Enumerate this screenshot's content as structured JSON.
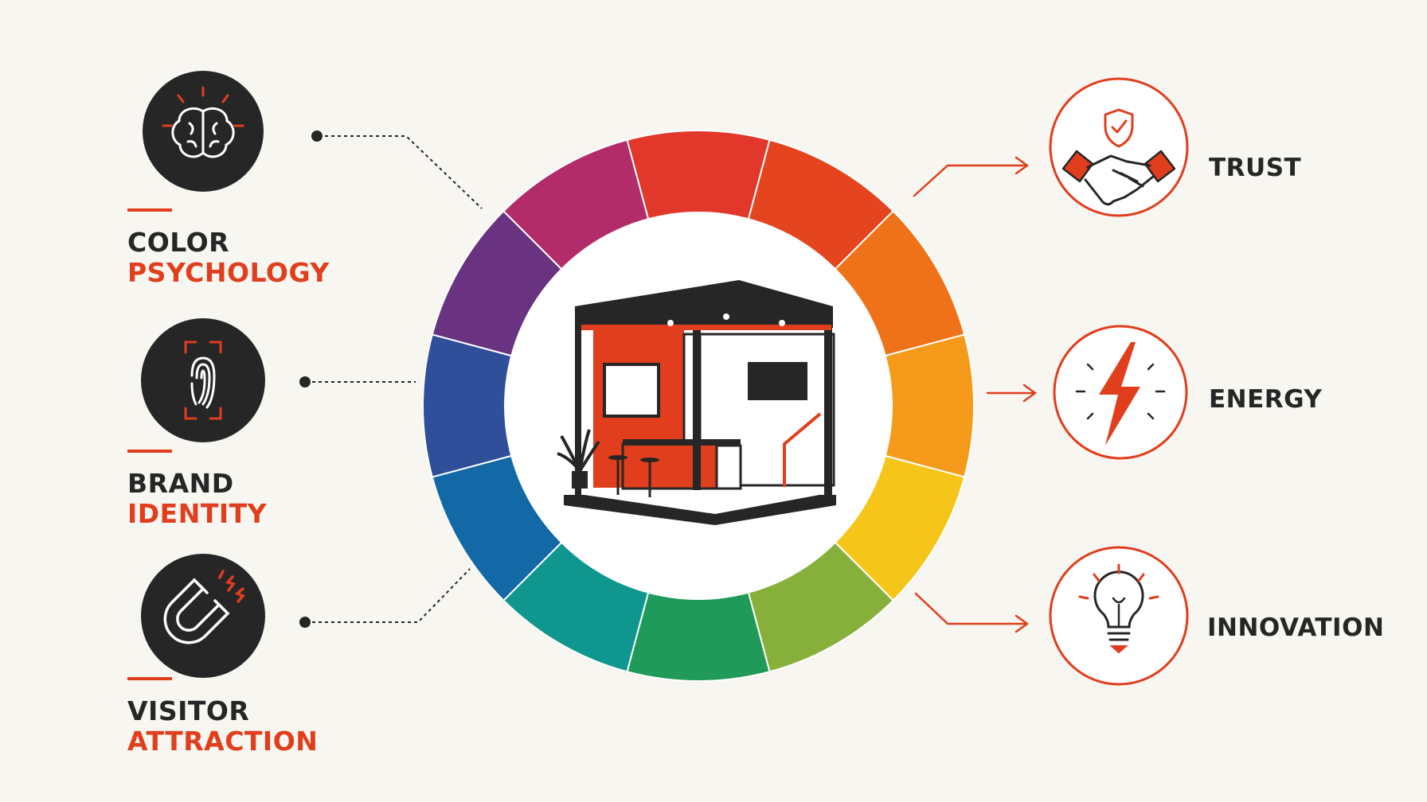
{
  "left_items": [
    {
      "line1": "COLOR",
      "line2": "PSYCHOLOGY",
      "icon": "brain-icon"
    },
    {
      "line1": "BRAND",
      "line2": "IDENTITY",
      "icon": "fingerprint-icon"
    },
    {
      "line1": "VISITOR",
      "line2": "ATTRACTION",
      "icon": "magnet-icon"
    }
  ],
  "right_items": [
    {
      "label": "TRUST",
      "icon": "handshake-shield-icon"
    },
    {
      "label": "ENERGY",
      "icon": "lightning-bolt-icon"
    },
    {
      "label": "INNOVATION",
      "icon": "lightbulb-icon"
    }
  ],
  "center": {
    "icon": "exhibition-booth-icon"
  },
  "colors": {
    "accent": "#e03e1c",
    "dark": "#262626",
    "background": "#f8f6f1",
    "wheel": [
      "#e2372b",
      "#e4451f",
      "#f07218",
      "#f59a1a",
      "#f6c519",
      "#86b03a",
      "#1f9a58",
      "#0f978f",
      "#1269a5",
      "#2f4f9b",
      "#693382",
      "#b32c6a"
    ]
  }
}
